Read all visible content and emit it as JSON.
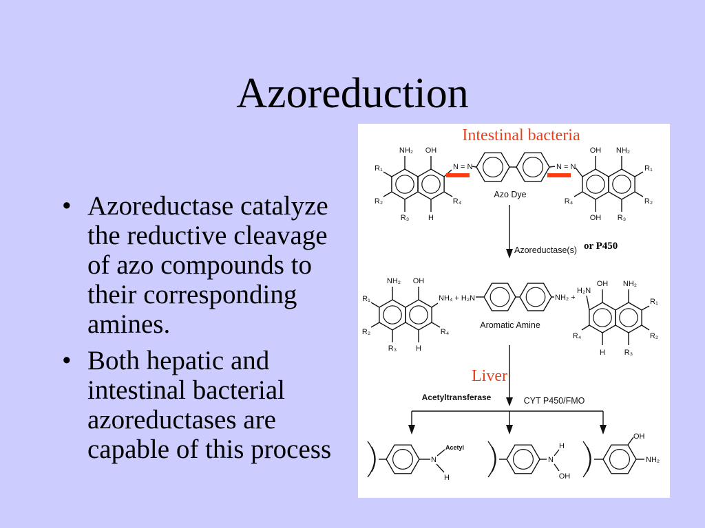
{
  "slide": {
    "title": "Azoreduction",
    "bullet_glyph": "•",
    "bullets": [
      "Azoreductase catalyze the reductive cleavage of azo compounds to their corresponding amines.",
      "Both hepatic and intestinal bacterial azoreductases are capable of this process"
    ]
  },
  "figure": {
    "annotations": {
      "intestinal_bacteria": "Intestinal bacteria",
      "or_p450": "or P450",
      "liver": "Liver"
    },
    "azo_dye": {
      "caption": "Azo Dye",
      "left_ring": {
        "nh2": "NH₂",
        "oh": "OH",
        "r1": "R₁",
        "r2": "R₂",
        "r3": "R₃",
        "r4": "R₄",
        "h": "H",
        "azo": "N = N"
      },
      "right_ring": {
        "oh_top": "OH",
        "nh2": "NH₂",
        "r1": "R₁",
        "r2": "R₂",
        "r3": "R₃",
        "r4": "R₄",
        "oh_bottom": "OH",
        "azo": "N = N"
      }
    },
    "reduction_enzyme": "Azoreductase(s)",
    "amines": {
      "caption": "Aromatic Amine",
      "left_ring": {
        "nh2": "NH₂",
        "oh": "OH",
        "r1": "R₁",
        "r2": "R₂",
        "r3": "R₃",
        "r4": "R₄",
        "h": "H",
        "link": "NH₄ + H₂N"
      },
      "benzidine": {
        "nh2_plus": "NH₂ +",
        "h2n": "H₂N"
      },
      "right_ring": {
        "oh": "OH",
        "nh2": "NH₂",
        "r1": "R₁",
        "r2": "R₂",
        "r3": "R₃",
        "r4": "R₄",
        "h": "H"
      }
    },
    "metabolism": {
      "left_enzyme": "Acetyltransferase",
      "right_enzyme": "CYT P450/FMO"
    },
    "products": [
      {
        "n": "N",
        "upper": "Acetyl",
        "lower": "H"
      },
      {
        "n": "N",
        "upper": "H",
        "lower": "OH"
      },
      {
        "upper": "OH",
        "lower": "NH₂"
      }
    ]
  },
  "colors": {
    "background": "#ccccff",
    "figure_panel": "#ffffff",
    "annotation_red": "#e8401c",
    "cleavage_mark": "#ff3b10"
  }
}
